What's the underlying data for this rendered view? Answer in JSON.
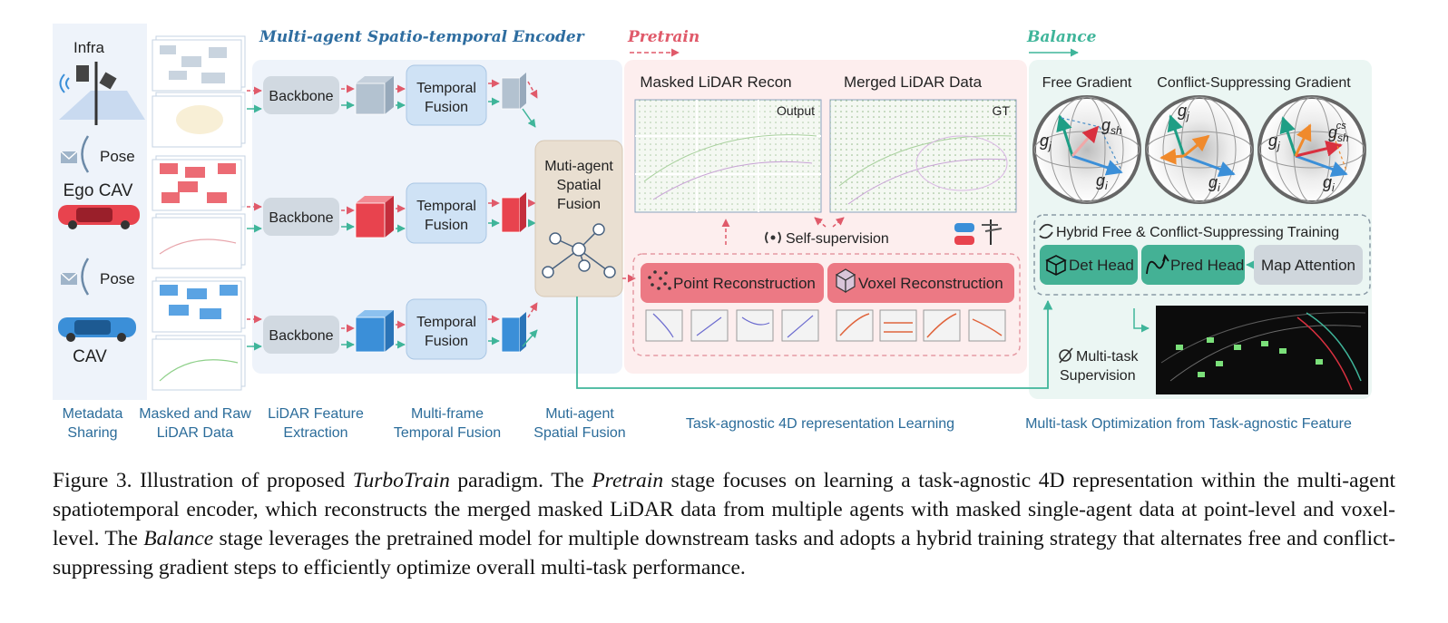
{
  "agents": {
    "infra": "Infra",
    "pose_1": "Pose",
    "ego": "Ego CAV",
    "pose_2": "Pose",
    "cav": "CAV"
  },
  "encoder": {
    "title": "Multi-agent Spatio-temporal Encoder",
    "backbone": "Backbone",
    "temporal_line1": "Temporal",
    "temporal_line2": "Fusion",
    "spatial_line1": "Muti-agent",
    "spatial_line2": "Spatial",
    "spatial_line3": "Fusion"
  },
  "pretrain": {
    "title": "Pretrain",
    "masked_recon": "Masked LiDAR Recon",
    "merged": "Merged LiDAR Data",
    "output": "Output",
    "gt": "GT",
    "self_supervision": "Self-supervision",
    "point_recon": "Point Reconstruction",
    "voxel_recon": "Voxel Reconstruction"
  },
  "balance": {
    "title": "Balance",
    "free_gradient": "Free Gradient",
    "cs_gradient": "Conflict-Suppressing Gradient",
    "hybrid": "Hybrid Free & Conflict-Suppressing Training",
    "det_head": "Det Head",
    "pred_head": "Pred Head",
    "map_attention": "Map Attention",
    "multitask_line1": "Multi-task",
    "multitask_line2": "Supervision",
    "g_j": "g",
    "g_j_sub": "j",
    "g_sh": "g",
    "g_sh_sub": "sh",
    "g_i": "g",
    "g_i_sub": "i",
    "g_cs_sup": "cs"
  },
  "stages": {
    "metadata_1": "Metadata",
    "metadata_2": "Sharing",
    "masked_1": "Masked and Raw",
    "masked_2": "LiDAR Data",
    "feature_1": "LiDAR Feature",
    "feature_2": "Extraction",
    "multiframe_1": "Multi-frame",
    "multiframe_2": "Temporal Fusion",
    "spatial_1": "Muti-agent",
    "spatial_2": "Spatial Fusion",
    "task_agnostic": "Task-agnostic 4D representation Learning",
    "multitask_opt": "Multi-task Optimization from Task-agnostic Feature"
  },
  "caption": {
    "p1": "Figure 3. Illustration of proposed ",
    "i1": "TurboTrain",
    "p2": " paradigm. The ",
    "i2": "Pretrain",
    "p3": " stage focuses on learning a task-agnostic 4D representation within the multi-agent spatiotemporal encoder, which reconstructs the merged masked LiDAR data from multiple agents with masked single-agent data at point-level and voxel-level. The ",
    "i3": "Balance",
    "p4": " stage leverages the pretrained model for multiple downstream tasks and adopts a hybrid training strategy that alternates free and conflict-suppressing gradient steps to efficiently optimize overall multi-task performance."
  },
  "colors": {
    "pretrain_red": "#e05a6a",
    "balance_teal": "#3fb59a",
    "encoder_blue": "#2e6da0",
    "stage_blue": "#2b6c9a",
    "ego_red": "#e8434e",
    "cav_blue": "#3b8fd8"
  }
}
